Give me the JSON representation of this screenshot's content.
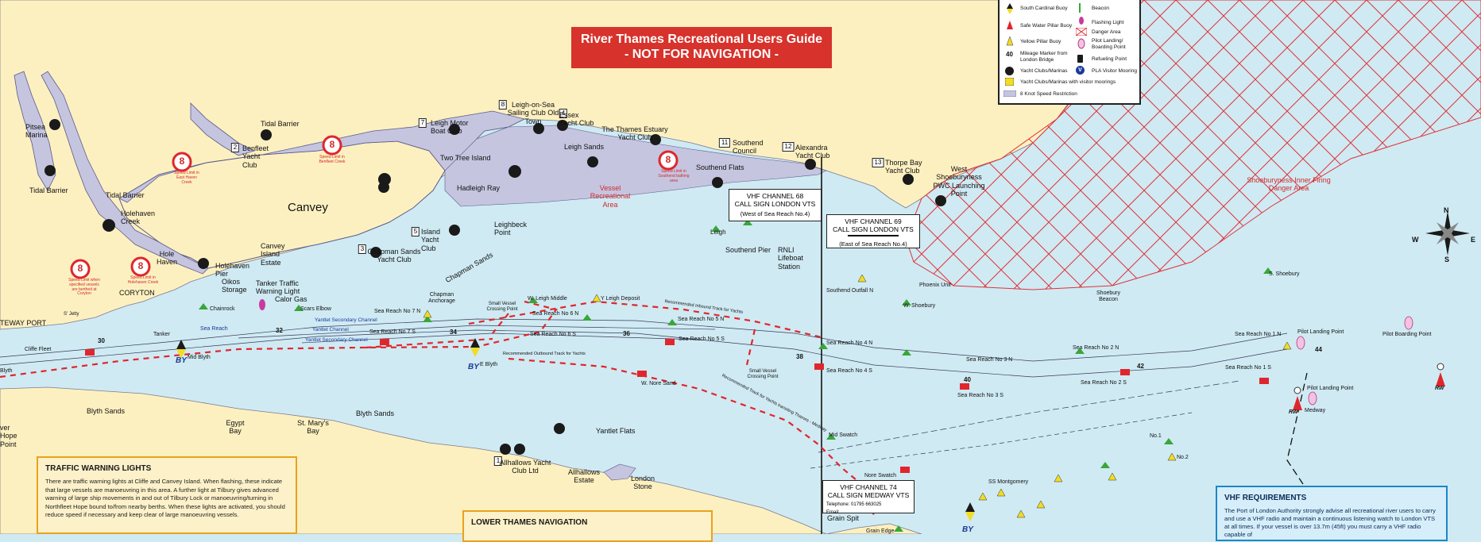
{
  "title": {
    "line1": "River Thames Recreational Users Guide",
    "line2": "- NOT FOR NAVIGATION -"
  },
  "colors": {
    "land": "#fdf0c0",
    "water": "#cfeaf3",
    "marsh": "#c5c5e0",
    "title_bg": "#d7322b",
    "danger": "#e0323a",
    "buoy_green": "#3aa63a",
    "buoy_red": "#e0262c",
    "buoy_yellow": "#f2dc24",
    "track_red": "#e0262c",
    "orange_border": "#e9a21d",
    "blue_border": "#1b87c8"
  },
  "legend": {
    "items": [
      {
        "label": "South Cardinal Buoy",
        "icon": "south-cardinal-icon"
      },
      {
        "label": "Safe Water Pillar Buoy",
        "icon": "safe-water-icon"
      },
      {
        "label": "Yellow Pillar Buoy",
        "icon": "yellow-buoy-icon"
      },
      {
        "label": "Mileage Marker from London Bridge",
        "icon": "mileage-marker-icon"
      },
      {
        "label": "Yacht Clubs/Marinas",
        "icon": "yacht-club-icon"
      },
      {
        "label": "Yacht Clubs/Marinas with visitor moorings",
        "icon": "visitor-mooring-icon"
      },
      {
        "label": "8 Knot Speed Restriction",
        "icon": "speed-area-icon"
      },
      {
        "label": "Beacon",
        "icon": "beacon-icon"
      },
      {
        "label": "Flashing Light",
        "icon": "flashing-light-icon"
      },
      {
        "label": "Danger Area",
        "icon": "danger-area-icon"
      },
      {
        "label": "Pilot Landing/ Boarding Point",
        "icon": "pilot-point-icon"
      },
      {
        "label": "Refueling Point",
        "icon": "fuel-icon"
      },
      {
        "label": "PLA Visitor Mooring",
        "icon": "pla-mooring-icon"
      }
    ],
    "mileage_symbol": "40",
    "pla_symbol": "V"
  },
  "vhf_boxes": [
    {
      "lines": [
        "VHF CHANNEL 68",
        "CALL SIGN LONDON VTS"
      ],
      "note": "(West of Sea Reach No.4)"
    },
    {
      "lines": [
        "VHF CHANNEL 69",
        "CALL SIGN LONDON VTS"
      ],
      "note": "(East of Sea Reach No.4)"
    },
    {
      "lines": [
        "VHF CHANNEL 74",
        "CALL SIGN MEDWAY VTS"
      ],
      "note": "Telephone: 01795 663025",
      "note2": "Email: "
    }
  ],
  "speed_signs": [
    {
      "value": "8",
      "caption": "Speed Limit in Benfleet Creek"
    },
    {
      "value": "8",
      "caption": "Speed Limit in East Haven Creek"
    },
    {
      "value": "8",
      "caption": "Speed Limit in Southend bathing area"
    },
    {
      "value": "8",
      "caption": "Speed Limit in Holehaven Creek"
    },
    {
      "value": "8",
      "caption": "Speed Limit when specified vessels are berthed at Coryton"
    }
  ],
  "clubs": [
    {
      "num": "2",
      "name": "Benfleet Yacht Club"
    },
    {
      "num": "3",
      "name": "Chapman Sands Yacht Club"
    },
    {
      "num": "5",
      "name": "Island Yacht Club"
    },
    {
      "num": "7",
      "name": "Leigh Motor Boat Club"
    },
    {
      "num": "8",
      "name": "Leigh-on-Sea Sailing Club Old Town"
    },
    {
      "num": "4",
      "name": "Essex Yacht Club"
    },
    {
      "num": "11",
      "name": "Southend Council"
    },
    {
      "num": "12",
      "name": "Alexandra Yacht Club"
    },
    {
      "num": "13",
      "name": "Thorpe Bay Yacht Club"
    },
    {
      "num": "1",
      "name": "Allhallows Yacht Club Ltd"
    }
  ],
  "places": {
    "pitsea": "Pitsea Marina",
    "tidal1": "Tidal Barrier",
    "tidal2": "Tidal Barrier",
    "tidal3": "Tidal Barrier",
    "canvey": "Canvey",
    "holehaven_creek": "Holehaven Creek",
    "hole_haven": "Hole Haven",
    "holehaven_pier": "Holehaven Pier",
    "canvey_estate": "Canvey Island Estate",
    "oikos": "Oikos Storage",
    "tanker_light": "Tanker Traffic Warning Light",
    "calor": "Calor Gas",
    "coryton": "CORYTON",
    "two_tree": "Two Tree Island",
    "hadleigh": "Hadleigh Ray",
    "leighbeck": "Leighbeck Point",
    "leigh_sands": "Leigh Sands",
    "thames_estuary": "The Thames Estuary Yacht Club",
    "southend_flats": "Southend Flats",
    "vessel_area": "Vessel Recreational Area",
    "chapman_sands": "Chapman Sands",
    "leigh": "Leigh",
    "southend_pier": "Southend Pier",
    "rnli": "RNLI Lifeboat Station",
    "west_shoe": "West Shoeburyness PWC Launching Point",
    "firing": "Shoeburyness Inner Firing Danger Area",
    "gateway": "TEWAY PORT",
    "s_jetty": "S' Jetty",
    "chainrock": "Chainrock",
    "scars": "Scars Elbow",
    "chapman_anch": "Chapman Anchorage",
    "wleigh_mid": "W. Leigh Middle",
    "yleigh_dep": "Y Leigh Deposit",
    "small_vessel1": "Small Vessel Crossing Point",
    "small_vessel2": "Small Vessel Crossing Point",
    "rec_inbound": "Recommended Inbound Track for Yachts",
    "rec_outbound": "Recommended Outbound Track for Yachts",
    "rec_yachts": "Recommended Track for Yachts transiting Thames - Medway",
    "tanker": "Tanker",
    "sea_reach_blue": "Sea Reach",
    "yantlet1": "Yantlet Secondary Channel",
    "yantlet2": "Yantlet Channel",
    "yantlet3": "Yantlet Secondary Channel",
    "cliffe": "Cliffe Fleet",
    "mid_blyth": "Mid Blyth",
    "e_blyth": "E Blyth",
    "by1": "BY",
    "by2": "BY",
    "by3": "BY",
    "w_nore": "W. Nore Sand",
    "blyth_sands1": "Blyth Sands",
    "blyth_sands2": "Blyth Sands",
    "egypt": "Egypt Bay",
    "st_marys": "St. Mary's Bay",
    "yantlet_flats": "Yantlet Flats",
    "hope_point": "ver Hope Point",
    "allhallows": "Allhallows Estate",
    "london_stone": "London Stone",
    "mid_swatch": "Mid Swatch",
    "nore_swatch": "Nore Swatch",
    "grain_spit": "Grain Spit",
    "grain_edge": "Grain Edge",
    "southend_outfall": "Southend Outfall N",
    "w_shoebury": "W. Shoebury",
    "phoenix": "Phoenix Unit",
    "shoebury_beacon": "Shoebury Beacon",
    "s_shoebury": "S. Shoebury",
    "pilot1": "Pilot Landing Point",
    "pilot2": "Pilot Boarding Point",
    "pilot3": "Pilot Landing Point",
    "medway": "Medway",
    "rw1": "RW",
    "rw2": "RW",
    "ss_montgomery": "SS Montgomery",
    "no1": "No.1",
    "no2": "No.2",
    "blyth_text": "Blyth",
    "compass_n": "N",
    "compass_s": "S",
    "compass_e": "E",
    "compass_w": "W"
  },
  "buoys": [
    "Sea Reach No 7 N",
    "Sea Reach No 7 S",
    "Sea Reach No 6 N",
    "Sea Reach No 6 S",
    "Sea Reach No 5 N",
    "Sea Reach No 5 S",
    "Sea Reach No 4 N",
    "Sea Reach No 4 S",
    "Sea Reach No 3 N",
    "Sea Reach No 3 S",
    "Sea Reach No 2 N",
    "Sea Reach No 2 S",
    "Sea Reach No 1 N",
    "Sea Reach No 1 S"
  ],
  "mileage": [
    "30",
    "32",
    "34",
    "36",
    "38",
    "40",
    "42",
    "44"
  ],
  "traffic_box": {
    "title": "TRAFFIC WARNING LIGHTS",
    "text": "There are traffic warning lights at Cliffe and Canvey Island. When flashing, these indicate that large vessels are manoeuvring in this area. A further light at Tilbury gives advanced warning of large ship movements in and out of Tilbury Lock or manoeuvring/turning in Northfleet Hope bound to/from nearby berths.  When these lights are activated, you should reduce speed if necessary and keep clear of large manoeuvring vessels."
  },
  "lower_box": {
    "title": "LOWER THAMES NAVIGATION"
  },
  "vhf_req": {
    "title": "VHF REQUIREMENTS",
    "text": "The Port of London Authority strongly advise all recreational river users to carry and use a VHF radio and maintain a continuous listening watch to London VTS at all times. If your vessel is over 13.7m (45ft) you must carry a VHF radio capable of"
  }
}
